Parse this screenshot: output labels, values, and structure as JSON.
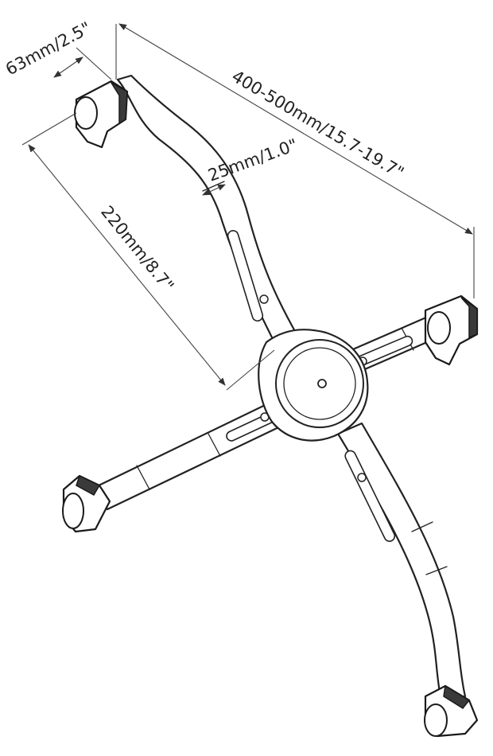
{
  "dimensions": {
    "overall_width": "400-500mm/15.7-19.7\"",
    "arm_length": "220mm/8.7\"",
    "grip_depth": "63mm/2.5\"",
    "arm_width": "25mm/1.0\""
  },
  "colors": {
    "line": "#222222",
    "background": "#ffffff",
    "foot_shade": "#3a3a3a"
  }
}
